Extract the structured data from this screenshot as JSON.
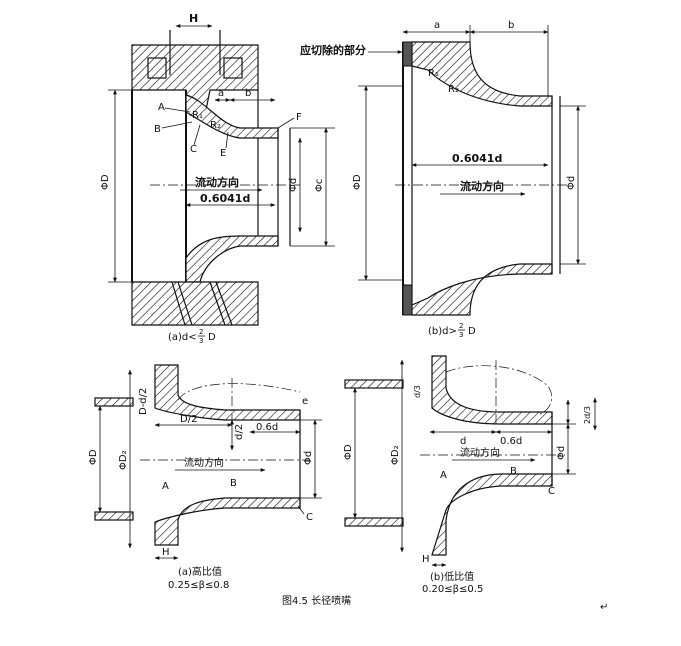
{
  "figure_caption": "图4.5   长径喷嘴",
  "panel_a": {
    "caption": "(a)d<",
    "frac_num": "2",
    "frac_den": "3",
    "caption_tail": "D",
    "labels": {
      "H": "H",
      "A": "A",
      "B": "B",
      "C": "C",
      "E": "E",
      "F": "F",
      "a": "a",
      "b": "b",
      "R1": "R₁",
      "R2": "R₂",
      "phiD": "ΦD",
      "phid": "Φd",
      "phic": "Φc",
      "dist": "0.6041d",
      "flow": "流动方向"
    }
  },
  "panel_b": {
    "caption": "(b)d>",
    "frac_num": "2",
    "frac_den": "3",
    "caption_tail": "D",
    "labels": {
      "a": "a",
      "b": "b",
      "R1": "R₁",
      "R2": "R₂",
      "cut": "应切除的部分",
      "phiD": "ΦD",
      "phid": "Φd",
      "dist": "0.6041d",
      "flow": "流动方向"
    }
  },
  "panel_c": {
    "caption": "(a)高比值",
    "range": "0.25≤β≤0.8",
    "labels": {
      "D2": "D/2",
      "d2": "d/2",
      "t": "D-d/2",
      "d06": "0.6d",
      "phiD": "ΦD",
      "phiD2": "ΦD₂",
      "phid": "Φd",
      "flow": "流动方向",
      "A": "A",
      "B": "B",
      "C": "C",
      "H": "H",
      "e": "e"
    }
  },
  "panel_d": {
    "caption": "(b)低比值",
    "range": "0.20≤β≤0.5",
    "labels": {
      "d": "d",
      "d06": "0.6d",
      "phiD": "ΦD",
      "phiD2": "ΦD₂",
      "phid": "Φd",
      "flow": "流动方向",
      "A": "A",
      "B": "B",
      "C": "C",
      "H": "H",
      "d2": "2d/3",
      "d3": "d/3"
    }
  },
  "corner_mark": "↵"
}
